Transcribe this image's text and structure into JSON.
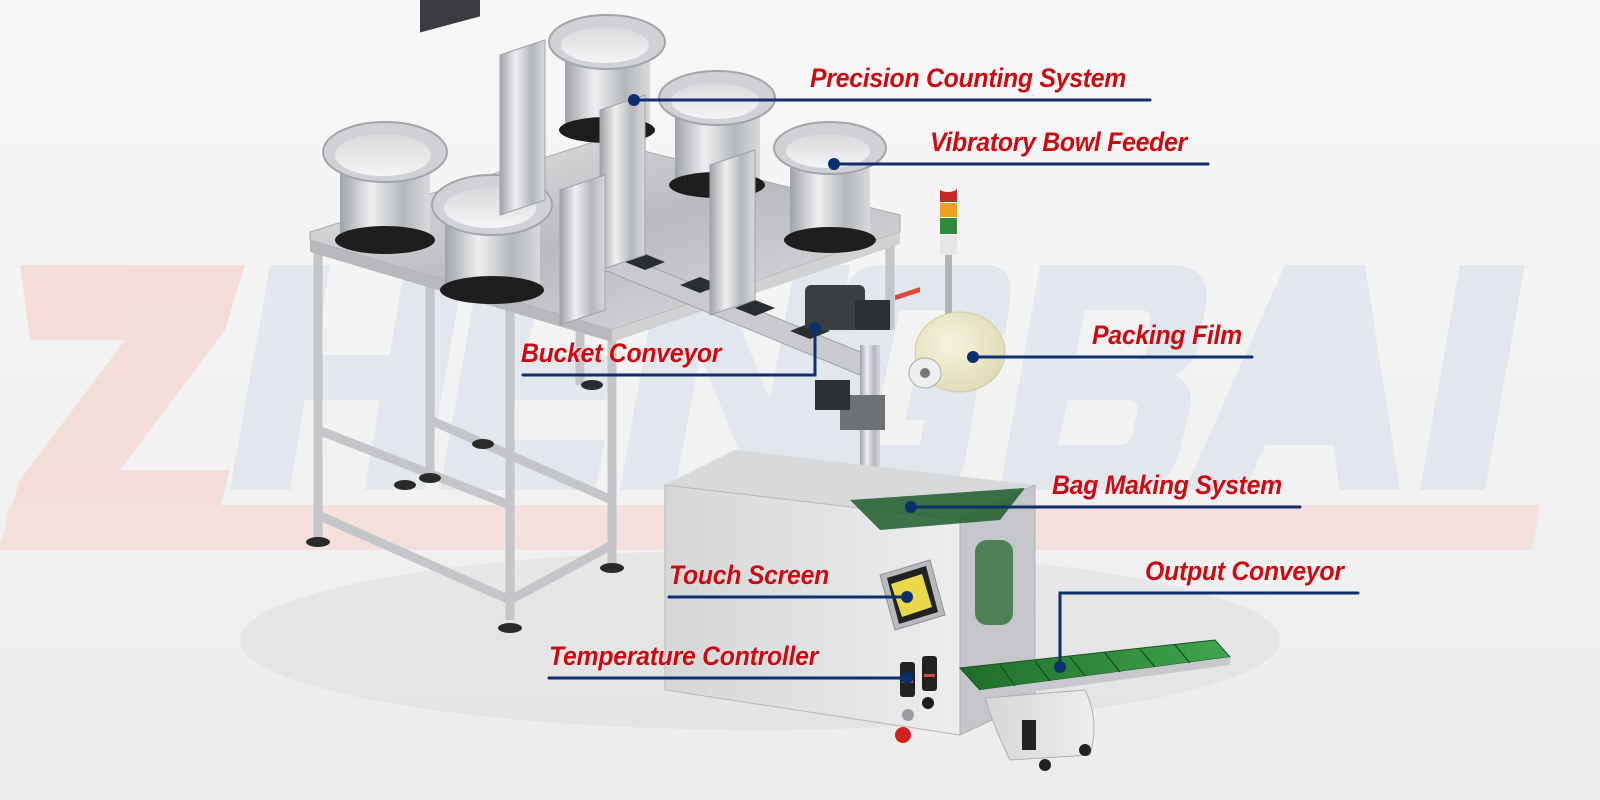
{
  "watermark": {
    "text": "ZHENGBAI",
    "letter_colors": [
      "#f2c9c4",
      "#d5dde9"
    ]
  },
  "colors": {
    "label_text": "#cc0a12",
    "leader_line": "#0d2f6e",
    "steel": "#c9cbcd",
    "belt_green": "#2f8a3a"
  },
  "callouts": [
    {
      "id": "precision-counting-system",
      "label": "Precision Counting System"
    },
    {
      "id": "vibratory-bowl-feeder",
      "label": "Vibratory Bowl Feeder"
    },
    {
      "id": "packing-film",
      "label": "Packing Film"
    },
    {
      "id": "bucket-conveyor",
      "label": "Bucket Conveyor"
    },
    {
      "id": "bag-making-system",
      "label": "Bag Making System"
    },
    {
      "id": "touch-screen",
      "label": "Touch Screen"
    },
    {
      "id": "output-conveyor",
      "label": "Output Conveyor"
    },
    {
      "id": "temperature-controller",
      "label": "Temperature Controller"
    }
  ],
  "signal_tower": {
    "lights": [
      "#c62828",
      "#f0a020",
      "#2e8b3a"
    ]
  }
}
